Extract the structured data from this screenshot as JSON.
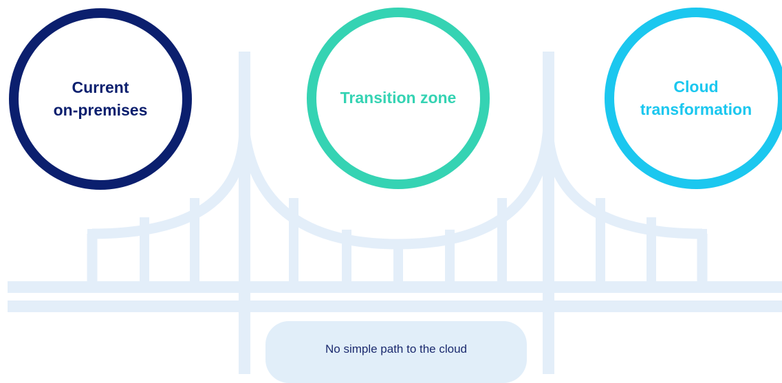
{
  "stages": {
    "current": {
      "label": "Current\non-premises",
      "color": "#0b1f6e"
    },
    "transition": {
      "label": "Transition zone",
      "color": "#35d3b3"
    },
    "cloud": {
      "label": "Cloud\ntransformation",
      "color": "#1bc7ef"
    }
  },
  "note": {
    "text": "No simple path to the cloud"
  },
  "colors": {
    "bridge": "#e3eef9",
    "note_background": "#e1eef9",
    "note_text": "#1b2a6e"
  }
}
